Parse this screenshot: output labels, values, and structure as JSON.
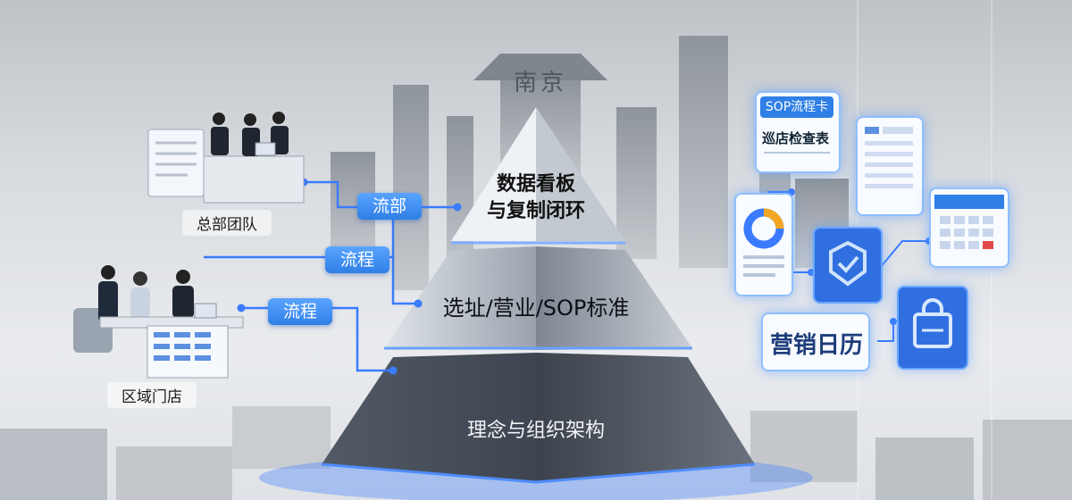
{
  "pyramid": {
    "top": "数据看板\n与复制闭环",
    "top_line1": "数据看板",
    "top_line2": "与复制闭环",
    "middle": "选址/营业/SOP标准",
    "bottom": "理念与组织架构"
  },
  "left_groups": {
    "hq_label": "总部团队",
    "store_label": "区域门店"
  },
  "tags": {
    "tag1": "流部",
    "tag2": "流程",
    "tag3": "流程"
  },
  "right_cards": {
    "sop_card_title": "SOP流程卡",
    "inspection_label": "巡店检查表",
    "marketing_calendar": "营销日历"
  },
  "skyline_sign": "南京",
  "colors": {
    "accent_blue": "#2f7fe6",
    "glow_blue": "#3a7bff"
  }
}
